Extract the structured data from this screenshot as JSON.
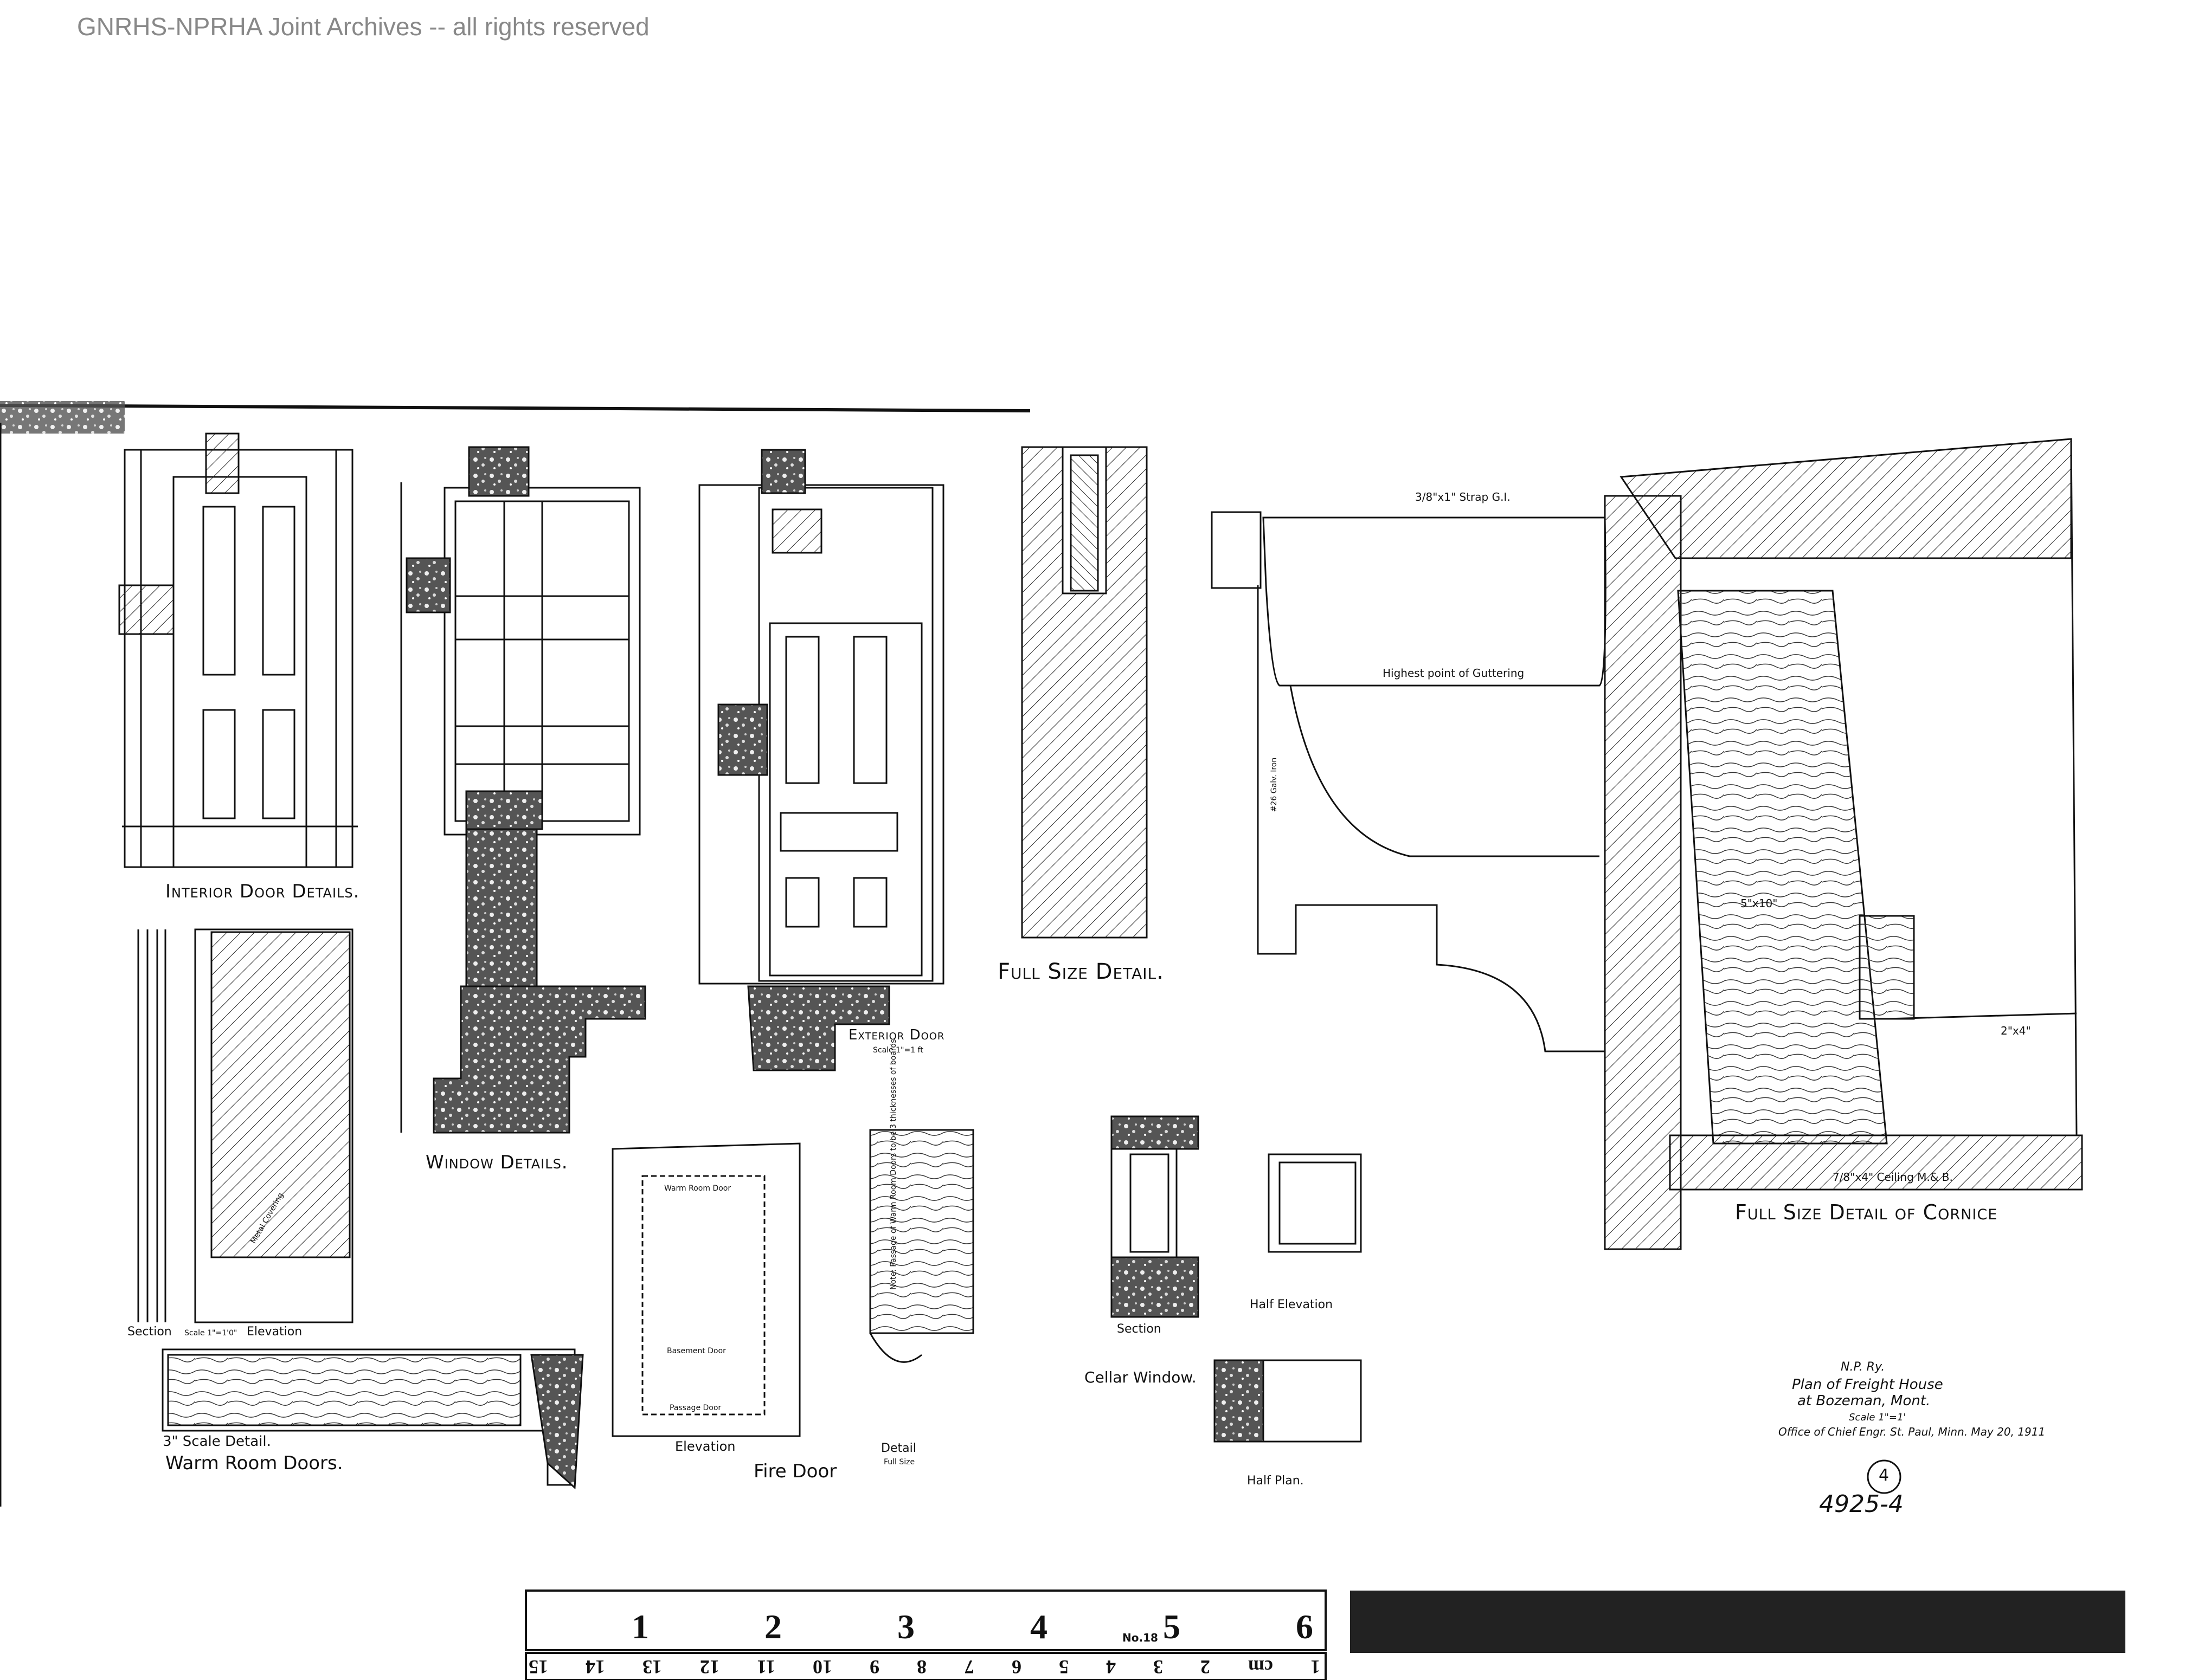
{
  "watermark": "GNRHS-NPRHA Joint Archives -- all rights reserved",
  "labels": {
    "interior_door": "Interior Door Details.",
    "window": "Window Details.",
    "exterior_door": "Exterior Door",
    "exterior_door_scale": "Scale 1\"=1 ft",
    "full_size_detail": "Full Size Detail.",
    "cornice": "Full Size Detail of Cornice",
    "strap": "3/8\"x1\" Strap G.I.",
    "gutter": "Highest point of Guttering",
    "galv_iron": "#26 Galv. Iron",
    "ceiling": "7/8\"x4\" Ceiling M.& B.",
    "timber_a": "5\"x10\"",
    "timber_b": "2\"x4\"",
    "section": "Section",
    "section_scale": "Scale 1\"=1'0\"",
    "elevation": "Elevation",
    "scale_detail": "3\" Scale Detail.",
    "warm_room": "Warm Room Doors.",
    "fire_door": "Fire Door",
    "fire_elevation": "Elevation",
    "detail": "Detail",
    "detail_scale": "Full Size",
    "note": "Note: Passage of Warm Room Doors to be 3 thicknesses of boards.",
    "cellar_section": "Section",
    "cellar_window": "Cellar Window.",
    "half_elevation": "Half Elevation",
    "half_plan": "Half Plan.",
    "metal_covering": "Metal Covering",
    "warm_room_door": "Warm Room Door",
    "basement_door": "Basement Door",
    "passage_door": "Passage Door"
  },
  "title_block": {
    "railway": "N.P. Ry.",
    "line1": "Plan of Freight House",
    "line2": "at Bozeman, Mont.",
    "scale": "Scale 1\"=1'",
    "office": "Office of Chief Engr. St. Paul, Minn. May 20, 1911",
    "circle_no": "4",
    "drawing_no": "4925-4"
  },
  "ruler": {
    "inch_numbers": [
      "1",
      "2",
      "3",
      "4",
      "5",
      "6"
    ],
    "cm_numbers": [
      "1",
      "2",
      "3",
      "4",
      "5",
      "6",
      "7",
      "8",
      "9",
      "10",
      "11",
      "12",
      "13",
      "14",
      "15"
    ],
    "cm_unit": "cm",
    "model": "No.18"
  }
}
